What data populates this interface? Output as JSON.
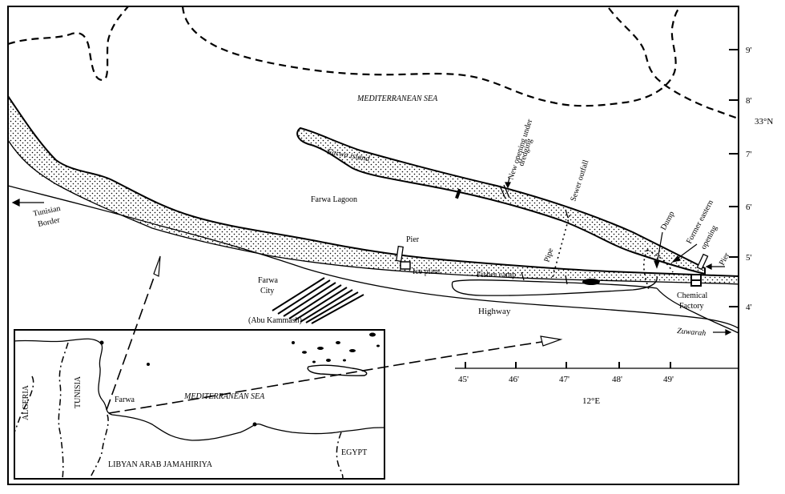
{
  "main_map": {
    "sea_label": "MEDITERRANEAN SEA",
    "latitude_label": "33°N",
    "longitude_label": "12°E",
    "lat_ticks": [
      "9'",
      "8'",
      "7'",
      "6'",
      "5'",
      "4'"
    ],
    "lon_ticks": [
      "45'",
      "46'",
      "47'",
      "48'",
      "49'"
    ],
    "labels": {
      "farwa_island": "Farwa island",
      "farwa_lagoon": "Farwa Lagoon",
      "new_opening_line1": "New opening under",
      "new_opening_line2": "dredging",
      "sewer_outfall": "Sewer outfall",
      "dump": "Dump",
      "former_opening_line1": "Former eastern",
      "former_opening_line2": "opening",
      "pier_east": "Pier",
      "pier_west": "Pier",
      "ice_plant": "Ice plant",
      "fisher_camp": "Fisher camp",
      "pipe": "Pipe",
      "chemical_line1": "Chemical",
      "chemical_line2": "Factory",
      "highway": "Highway",
      "zuwarah": "Zuwarah",
      "tunisian_line1": "Tunisian",
      "tunisian_line2": "Border",
      "farwa_city_line1": "Farwa",
      "farwa_city_line2": "City",
      "abu_kammash": "(Abu Kammash)"
    }
  },
  "inset_map": {
    "sea_label": "MEDITERRANEAN SEA",
    "algeria": "ALGERIA",
    "tunisia": "TUNISIA",
    "farwa": "Farwa",
    "libya": "LIBYAN ARAB JAMAHIRIYA",
    "egypt": "EGYPT"
  }
}
